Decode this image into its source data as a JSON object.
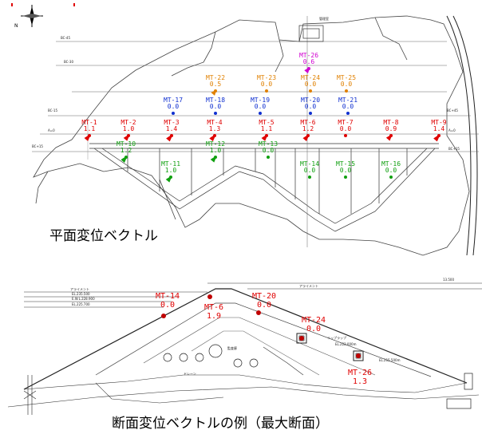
{
  "plan": {
    "caption": "平面変位ベクトル",
    "top_label": "管理室",
    "markers": [
      {
        "id": "MT-26",
        "val": "0.6",
        "color": "#d000d0"
      },
      {
        "id": "MT-22",
        "val": "0.5",
        "color": "#e08000"
      },
      {
        "id": "MT-23",
        "val": "0.0",
        "color": "#e08000"
      },
      {
        "id": "MT-24",
        "val": "0.0",
        "color": "#e08000"
      },
      {
        "id": "MT-25",
        "val": "0.0",
        "color": "#e08000"
      },
      {
        "id": "MT-17",
        "val": "0.0",
        "color": "#1030d0"
      },
      {
        "id": "MT-18",
        "val": "0.0",
        "color": "#1030d0"
      },
      {
        "id": "MT-19",
        "val": "0.0",
        "color": "#1030d0"
      },
      {
        "id": "MT-20",
        "val": "0.0",
        "color": "#1030d0"
      },
      {
        "id": "MT-21",
        "val": "0.0",
        "color": "#1030d0"
      },
      {
        "id": "MT-1",
        "val": "1.1",
        "color": "#e00000"
      },
      {
        "id": "MT-2",
        "val": "1.0",
        "color": "#e00000"
      },
      {
        "id": "MT-3",
        "val": "1.4",
        "color": "#e00000"
      },
      {
        "id": "MT-4",
        "val": "1.3",
        "color": "#e00000"
      },
      {
        "id": "MT-5",
        "val": "1.1",
        "color": "#e00000"
      },
      {
        "id": "MT-6",
        "val": "1.2",
        "color": "#e00000"
      },
      {
        "id": "MT-7",
        "val": "0.0",
        "color": "#e00000"
      },
      {
        "id": "MT-8",
        "val": "0.9",
        "color": "#e00000"
      },
      {
        "id": "MT-9",
        "val": "1.4",
        "color": "#e00000"
      },
      {
        "id": "MT-10",
        "val": "1.2",
        "color": "#10a010"
      },
      {
        "id": "MT-11",
        "val": "1.0",
        "color": "#10a010"
      },
      {
        "id": "MT-12",
        "val": "1.0",
        "color": "#10a010"
      },
      {
        "id": "MT-13",
        "val": "0.0",
        "color": "#10a010"
      },
      {
        "id": "MT-14",
        "val": "0.0",
        "color": "#10a010"
      },
      {
        "id": "MT-15",
        "val": "0.0",
        "color": "#10a010"
      },
      {
        "id": "MT-16",
        "val": "0.0",
        "color": "#10a010"
      }
    ]
  },
  "section": {
    "caption": "断面変位ベクトルの例（最大断面）",
    "markers": [
      {
        "id": "MT-14",
        "val": "0.0"
      },
      {
        "id": "MT-6",
        "val": "1.9"
      },
      {
        "id": "MT-20",
        "val": "0.0"
      },
      {
        "id": "MT-24",
        "val": "0.0"
      },
      {
        "id": "MT-26",
        "val": "1.3"
      }
    ],
    "notes": {
      "alignment": "アライメント",
      "el1": "EL.235.500",
      "el2": "E.W.L.228.900",
      "el3": "EL.225.700",
      "rip": "リップラップ",
      "el4": "EL.222.000m",
      "el5": "EL.215.500m",
      "drain": "ドレーン",
      "inspect": "監査廊",
      "width": "13.500"
    }
  }
}
